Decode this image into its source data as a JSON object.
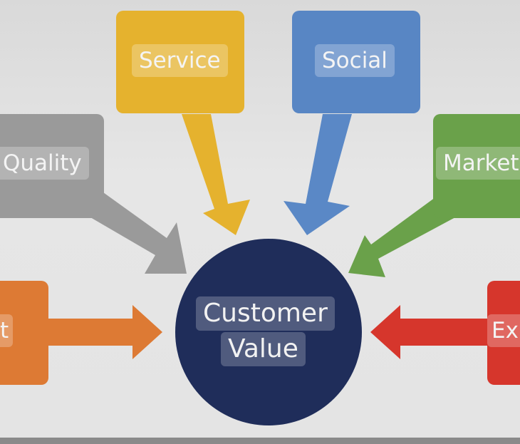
{
  "center": {
    "line1": "Customer",
    "line2": "Value"
  },
  "factors": {
    "service": "Service",
    "social": "Social",
    "quality": "Quality",
    "market": "Market",
    "left_bottom": "t",
    "right_bottom": "Exp"
  },
  "colors": {
    "service": "#e5b22e",
    "social": "#5886c4",
    "quality": "#9a9a9a",
    "market": "#6aa14a",
    "left_bottom": "#dd7a34",
    "right_bottom": "#d6362c",
    "center": "#1f2d5a"
  }
}
